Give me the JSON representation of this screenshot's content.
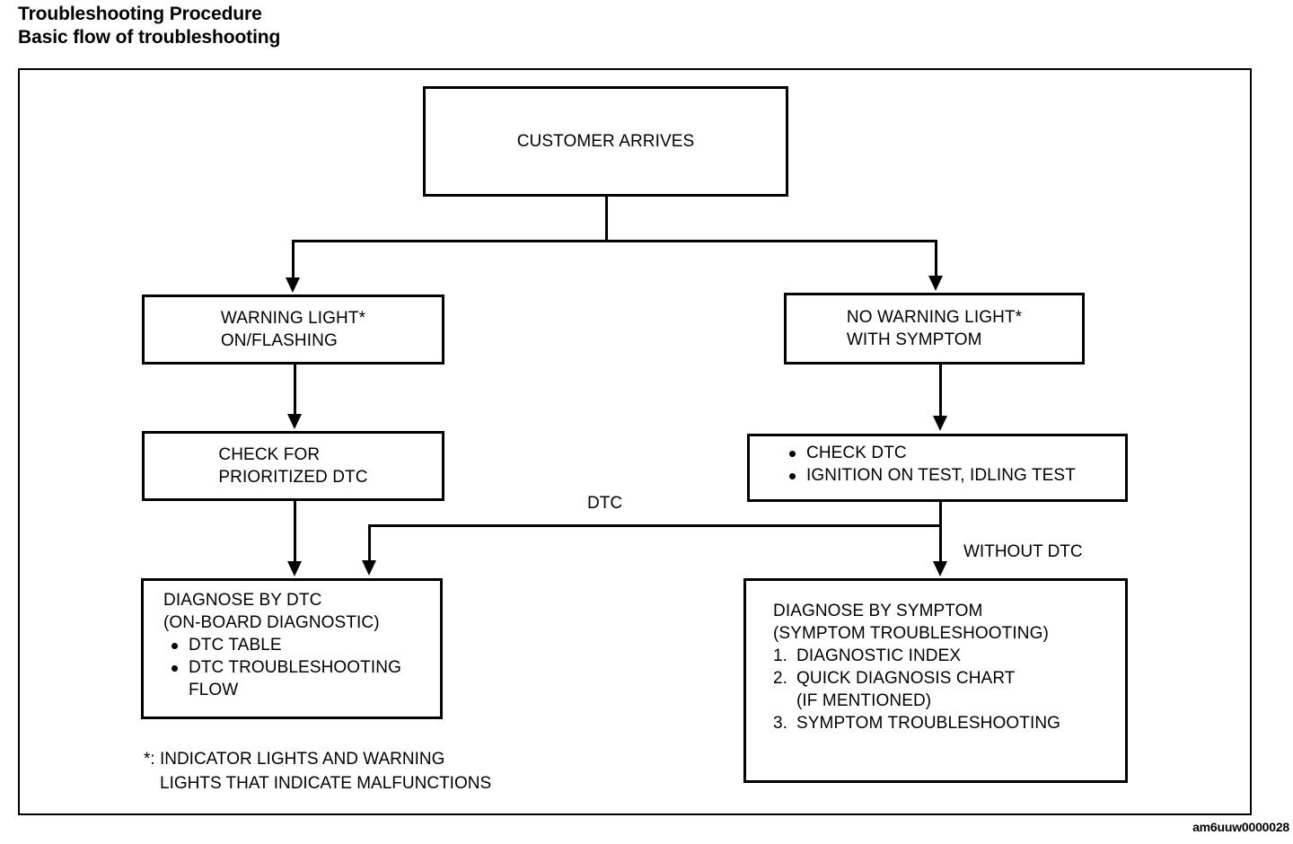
{
  "document": {
    "title": "Troubleshooting Procedure",
    "subtitle": "Basic flow of troubleshooting",
    "figure_id": "am6uuw0000028"
  },
  "diagram": {
    "type": "flowchart",
    "orientation": "top-down",
    "nodes": {
      "customer_arrives": {
        "label": "CUSTOMER ARRIVES"
      },
      "warning_light": {
        "line1": "WARNING LIGHT*",
        "line2": "ON/FLASHING"
      },
      "no_warning_light": {
        "line1": "NO WARNING LIGHT*",
        "line2": "WITH SYMPTOM"
      },
      "check_for_prioritized_dtc": {
        "line1": "CHECK FOR",
        "line2": "PRIORITIZED DTC"
      },
      "check_dtc_tests": {
        "bullets": [
          "CHECK DTC",
          "IGNITION ON TEST, IDLING TEST"
        ]
      },
      "diagnose_by_dtc": {
        "heading1": "DIAGNOSE BY DTC",
        "heading2": "(ON-BOARD DIAGNOSTIC)",
        "bullets": [
          "DTC TABLE",
          "DTC TROUBLESHOOTING FLOW"
        ]
      },
      "diagnose_by_symptom": {
        "heading1": "DIAGNOSE BY SYMPTOM",
        "heading2": "(SYMPTOM TROUBLESHOOTING)",
        "items": [
          {
            "index": "1.",
            "text": "DIAGNOSTIC INDEX"
          },
          {
            "index": "2.",
            "text": "QUICK DIAGNOSIS CHART",
            "sub": "(IF MENTIONED)"
          },
          {
            "index": "3.",
            "text": "SYMPTOM TROUBLESHOOTING"
          }
        ]
      }
    },
    "edge_labels": {
      "dtc": "DTC",
      "without_dtc": "WITHOUT DTC"
    },
    "footnote": {
      "line1": "*: INDICATOR LIGHTS AND WARNING",
      "line2": "LIGHTS THAT INDICATE MALFUNCTIONS"
    },
    "colors": {
      "line": "#000000",
      "background": "#ffffff"
    }
  }
}
